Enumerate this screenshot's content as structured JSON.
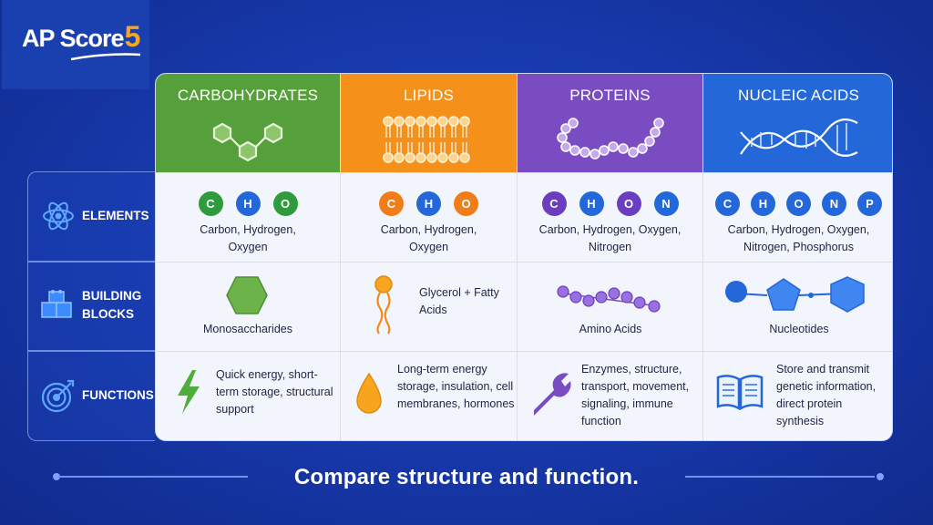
{
  "logo": {
    "text": "AP Score",
    "digit": "5"
  },
  "row_labels": {
    "elements": "ELEMENTS",
    "blocks": "BUILDING BLOCKS",
    "functions": "FUNCTIONS"
  },
  "columns": [
    {
      "key": "carb",
      "title": "CARBOHYDRATES",
      "color": "#55a03a",
      "elements": [
        "C",
        "H",
        "O"
      ],
      "element_names": "Carbon, Hydrogen, Oxygen",
      "building_block": "Monosaccharides",
      "function": "Quick energy, short-term storage, structural support"
    },
    {
      "key": "lipid",
      "title": "LIPIDS",
      "color": "#f5901a",
      "elements": [
        "C",
        "H",
        "O"
      ],
      "element_names": "Carbon, Hydrogen, Oxygen",
      "building_block": "Glycerol + Fatty Acids",
      "function": "Long-term energy storage, insulation, cell membranes, hormones"
    },
    {
      "key": "protein",
      "title": "PROTEINS",
      "color": "#7a4cc2",
      "elements": [
        "C",
        "H",
        "O",
        "N"
      ],
      "element_names": "Carbon, Hydrogen, Oxygen, Nitrogen",
      "building_block": "Amino Acids",
      "function": "Enzymes, structure, transport, movement, signaling, immune function"
    },
    {
      "key": "nucleic",
      "title": "NUCLEIC ACIDS",
      "color": "#2467d8",
      "elements": [
        "C",
        "H",
        "O",
        "N",
        "P"
      ],
      "element_names": "Carbon, Hydrogen, Oxygen, Nitrogen, Phosphorus",
      "building_block": "Nucleotides",
      "function": "Store and transmit genetic information, direct protein synthesis"
    }
  ],
  "chip_colors": {
    "C": "#2f9a3e",
    "H": "#2467d8",
    "O": "#2f9a3e",
    "N": "#2467d8",
    "P": "#2467d8",
    "lipid_C": "#f07c1a",
    "lipid_O": "#f07c1a",
    "protein_C": "#6a3fbf",
    "protein_O": "#6a3fbf",
    "protein_N": "#2467d8"
  },
  "tagline": "Compare structure and function."
}
